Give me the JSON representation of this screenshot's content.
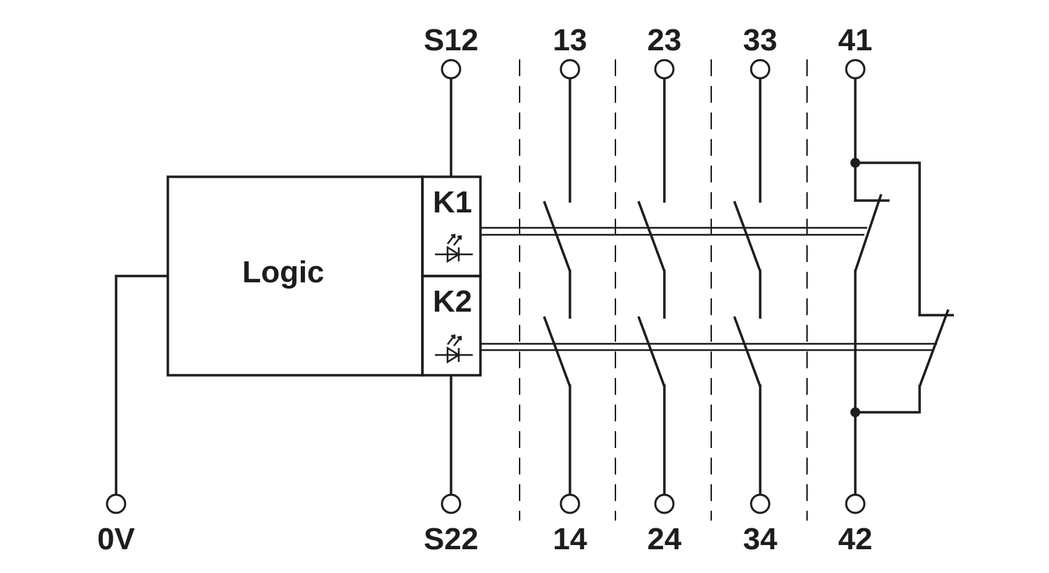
{
  "terminals": {
    "s12": "S12",
    "t13": "13",
    "t23": "23",
    "t33": "33",
    "t41": "41",
    "t0v": "0V",
    "s22": "S22",
    "t14": "14",
    "t24": "24",
    "t34": "34",
    "t42": "42"
  },
  "logic_block": {
    "label": "Logic"
  },
  "relays": {
    "k1": "K1",
    "k2": "K2"
  },
  "colors": {
    "line": "#1d1d1b",
    "background": "#ffffff"
  }
}
